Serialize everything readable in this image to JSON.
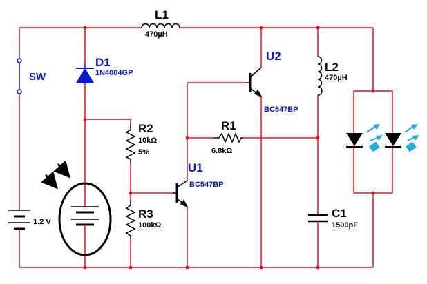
{
  "colors": {
    "wire": "#e8101a",
    "component": "#000000",
    "part_blue": "#0b19c8",
    "led_light": "#27a9e1"
  },
  "switch": {
    "ref": "SW"
  },
  "battery": {
    "value": "1.2 V"
  },
  "d1": {
    "ref": "D1",
    "value": "1N4004GP"
  },
  "l1": {
    "ref": "L1",
    "value": "470µH"
  },
  "l2": {
    "ref": "L2",
    "value": "470µH"
  },
  "r1": {
    "ref": "R1",
    "value": "6.8kΩ"
  },
  "r2": {
    "ref": "R2",
    "value": "10kΩ",
    "tolerance": "5%"
  },
  "r3": {
    "ref": "R3",
    "value": "100kΩ"
  },
  "u1": {
    "ref": "U1",
    "value": "BC547BP"
  },
  "u2": {
    "ref": "U2",
    "value": "BC547BP"
  },
  "c1": {
    "ref": "C1",
    "value": "1500pF"
  },
  "icons": [
    "light-arrows-icon",
    "solar-cell-icon",
    "led-icon"
  ]
}
